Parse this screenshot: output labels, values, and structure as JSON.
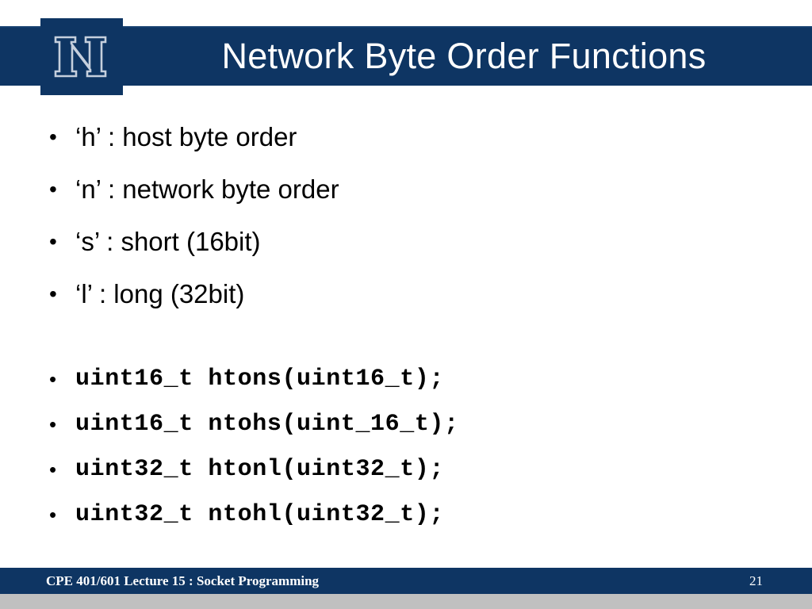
{
  "header": {
    "title": "Network Byte Order Functions",
    "logo_letter": "N",
    "band_color": "#0e3563",
    "title_color": "#ffffff"
  },
  "body": {
    "definitions": [
      {
        "label": "‘h’ : host byte order"
      },
      {
        "label": "‘n’ : network byte order"
      },
      {
        "label": "‘s’ : short (16bit)"
      },
      {
        "label": "‘l’ : long (32bit)"
      }
    ],
    "prototypes": [
      {
        "label": "uint16_t htons(uint16_t);"
      },
      {
        "label": "uint16_t ntohs(uint_16_t);"
      },
      {
        "label": "uint32_t htonl(uint32_t);"
      },
      {
        "label": "uint32_t ntohl(uint32_t);"
      }
    ],
    "bullet_glyph": "•"
  },
  "footer": {
    "text": "CPE 401/601 Lecture 15 : Socket Programming",
    "page_number": "21",
    "band_color": "#0e3563",
    "strip_color": "#c0c0c0"
  }
}
